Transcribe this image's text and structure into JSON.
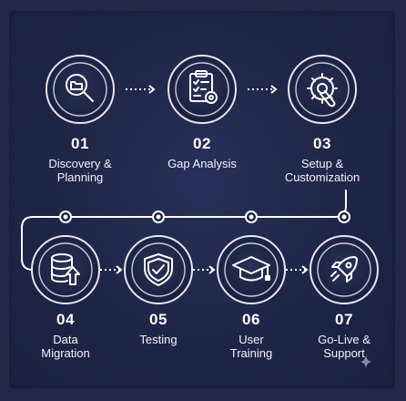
{
  "steps": [
    {
      "number": "01",
      "name_lines": [
        "Discovery &",
        "Planning"
      ],
      "icon": "magnifier-folder-icon"
    },
    {
      "number": "02",
      "name_lines": [
        "Gap Analysis",
        ""
      ],
      "icon": "clipboard-checklist-icon"
    },
    {
      "number": "03",
      "name_lines": [
        "Setup &",
        "Customization"
      ],
      "icon": "gear-wrench-icon"
    },
    {
      "number": "04",
      "name_lines": [
        "Data",
        "Migration"
      ],
      "icon": "database-upload-icon"
    },
    {
      "number": "05",
      "name_lines": [
        "Testing",
        ""
      ],
      "icon": "shield-check-icon"
    },
    {
      "number": "06",
      "name_lines": [
        "User",
        "Training"
      ],
      "icon": "graduation-cap-icon"
    },
    {
      "number": "07",
      "name_lines": [
        "Go-Live &",
        "Support"
      ],
      "icon": "rocket-icon"
    }
  ],
  "colors": {
    "background": "#23284a",
    "circle_fill": "#1d2241",
    "circle_ring": "#e6e8f2",
    "connector": "#ffffff",
    "text": "#ffffff"
  }
}
